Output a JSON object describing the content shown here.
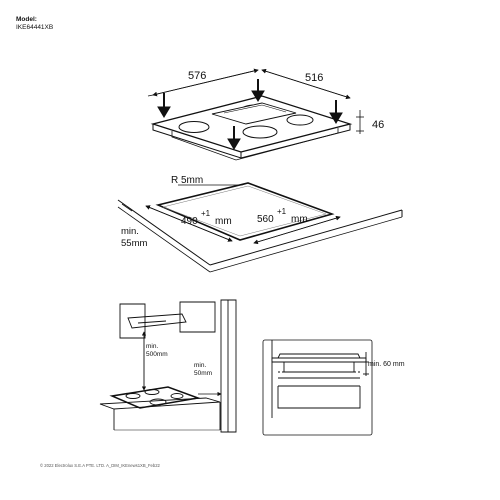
{
  "header": {
    "model_label": "Model:",
    "model_code": "IKE64441XB"
  },
  "top_view": {
    "width": "576",
    "depth": "516",
    "height": "46"
  },
  "cutout": {
    "radius": "R 5mm",
    "width_value": "490",
    "depth_value": "560",
    "tolerance": "+1",
    "unit": "mm",
    "min_thickness_line1": "min.",
    "min_thickness_line2": "55mm"
  },
  "kitchen": {
    "hood_clearance_line1": "min.",
    "hood_clearance_line2": "500mm",
    "side_clearance_line1": "min.",
    "side_clearance_line2": "50mm"
  },
  "side_section": {
    "below_clearance": "min. 60 mm"
  },
  "footer": {
    "copyright": "© 2022 Electrolux S.E.A PTE. LTD. A_DIM_IKEnews1XB_Feb22"
  },
  "colors": {
    "line": "#111111",
    "muted": "#555555",
    "background": "#ffffff"
  }
}
